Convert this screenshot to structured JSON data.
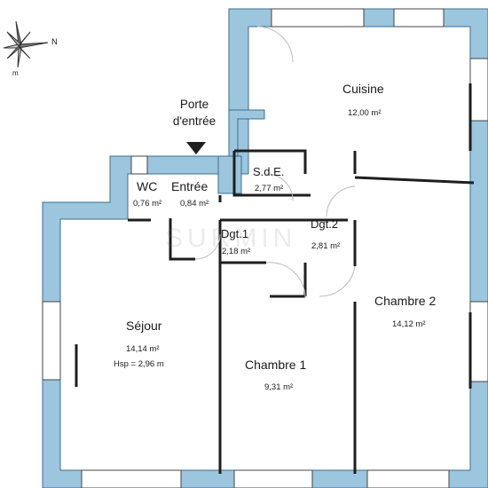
{
  "compass": {
    "north_letter": "N",
    "south_letter": "m",
    "icon": "compass-rose-icon"
  },
  "entry": {
    "line1": "Porte",
    "line2": "d'entrée",
    "icon": "down-arrow-icon"
  },
  "watermark": "SURMIN",
  "colors": {
    "wall_fill": "#9cc5de",
    "wall_stroke": "#3a6f92",
    "partition": "#1e1e1e",
    "text": "#1a1a1a"
  },
  "rooms": {
    "cuisine": {
      "name": "Cuisine",
      "area": "12,00 m²"
    },
    "sde": {
      "name": "S.d.E.",
      "area": "2,77 m²"
    },
    "wc": {
      "name": "WC",
      "area": "0,76 m²"
    },
    "entree": {
      "name": "Entrée",
      "area": "0,84 m²"
    },
    "dgt1": {
      "name": "Dgt.1",
      "area": "2,18 m²"
    },
    "dgt2": {
      "name": "Dgt.2",
      "area": "2,81 m²"
    },
    "sejour": {
      "name": "Séjour",
      "area": "14,14 m²",
      "height": "Hsp = 2,96 m"
    },
    "chambre1": {
      "name": "Chambre 1",
      "area": "9,31 m²"
    },
    "chambre2": {
      "name": "Chambre 2",
      "area": "14,12 m²"
    }
  }
}
